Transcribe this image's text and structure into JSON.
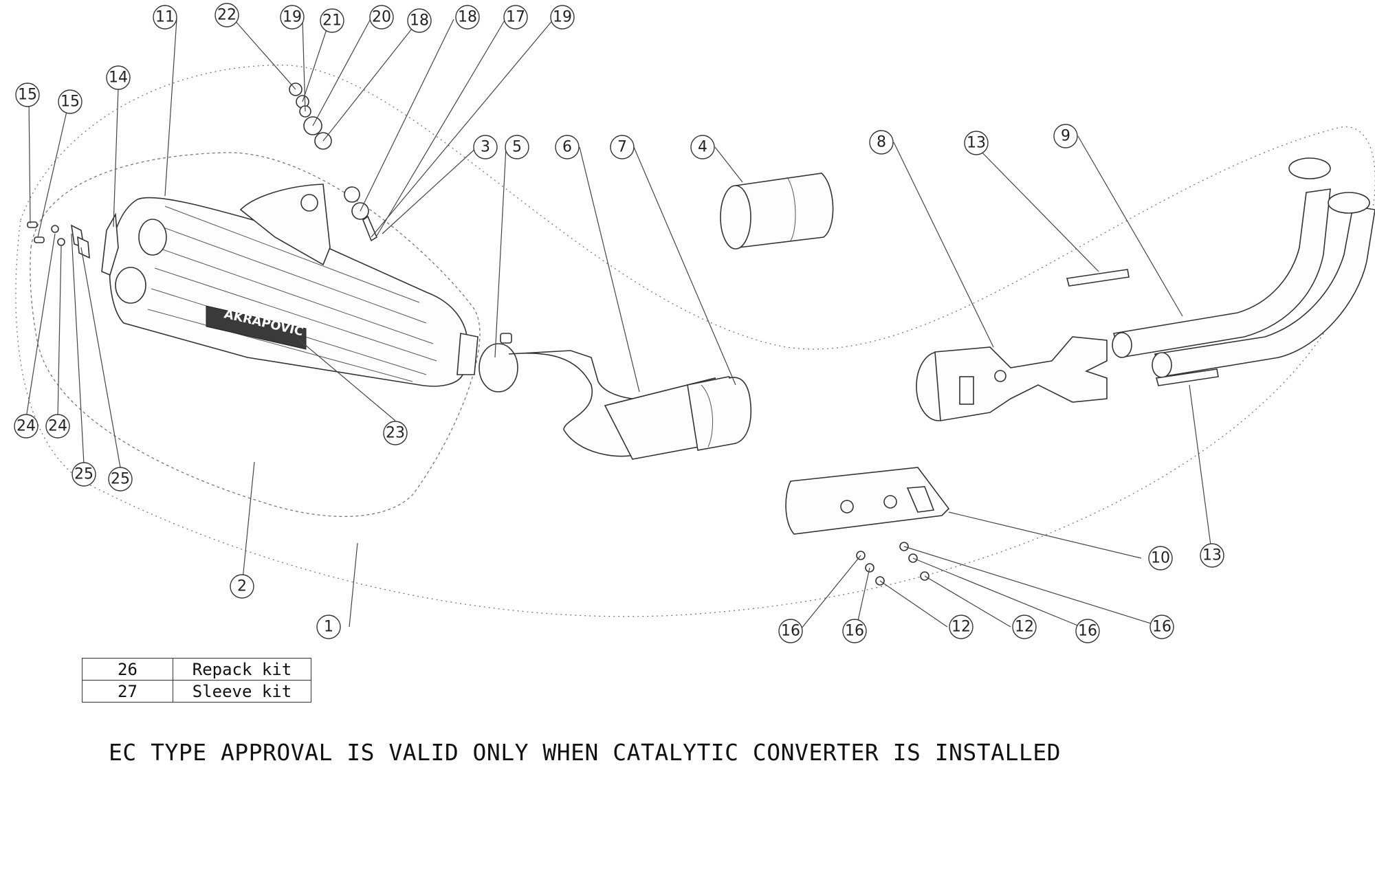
{
  "diagram": {
    "brand_mark": "AKRAPOVIC",
    "callouts": [
      "1",
      "2",
      "3",
      "4",
      "5",
      "6",
      "7",
      "8",
      "9",
      "10",
      "11",
      "12",
      "12",
      "13",
      "13",
      "14",
      "15",
      "15",
      "16",
      "16",
      "16",
      "16",
      "17",
      "18",
      "18",
      "19",
      "19",
      "20",
      "21",
      "22",
      "23",
      "24",
      "24",
      "25",
      "25"
    ]
  },
  "kits": [
    {
      "number": "26",
      "description": "Repack kit"
    },
    {
      "number": "27",
      "description": "Sleeve kit"
    }
  ],
  "note": "EC TYPE APPROVAL IS VALID ONLY WHEN CATALYTIC CONVERTER IS INSTALLED",
  "colors": {
    "line": "#333333",
    "background": "#ffffff"
  }
}
